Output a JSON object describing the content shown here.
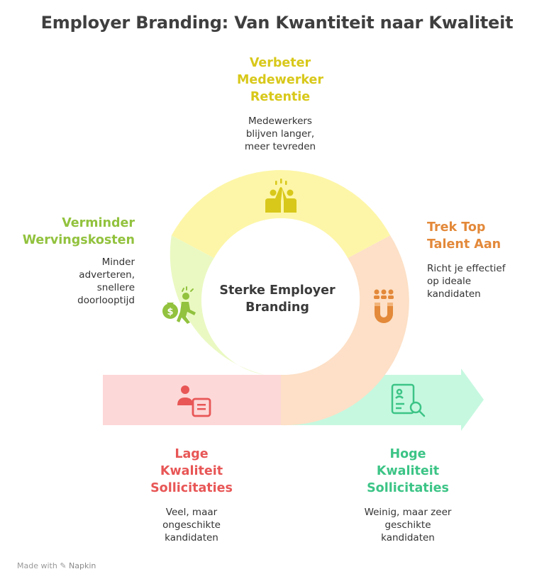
{
  "title": "Employer Branding: Van Kwantiteit naar Kwaliteit",
  "center": {
    "line1": "Sterke Employer",
    "line2": "Branding"
  },
  "segments": {
    "retention": {
      "l1": "Verbeter",
      "l2": "Medewerker",
      "l3": "Retentie",
      "d1": "Medewerkers",
      "d2": "blijven langer,",
      "d3": "meer tevreden",
      "color": "#d8c81a",
      "fill": "#fdf6a8",
      "icon": "high-five-icon"
    },
    "talent": {
      "l1": "Trek Top",
      "l2": "Talent Aan",
      "d1": "Richt je effectief",
      "d2": "op ideale",
      "d3": "kandidaten",
      "color": "#e3893a",
      "fill": "#fde0c7",
      "icon": "magnet-people-icon"
    },
    "costs": {
      "l1": "Verminder",
      "l2": "Wervingskosten",
      "d1": "Minder",
      "d2": "adverteren,",
      "d3": "snellere",
      "d4": "doorlooptijd",
      "color": "#92c23e",
      "fill": "#eaf9c2",
      "icon": "money-bag-runner-icon"
    },
    "low": {
      "l1": "Lage",
      "l2": "Kwaliteit",
      "l3": "Sollicitaties",
      "d1": "Veel, maar",
      "d2": "ongeschikte",
      "d3": "kandidaten",
      "color": "#e85656",
      "fill": "#fdd8d8",
      "icon": "applicant-document-icon"
    },
    "high": {
      "l1": "Hoge",
      "l2": "Kwaliteit",
      "l3": "Sollicitaties",
      "d1": "Weinig, maar zeer",
      "d2": "geschikte",
      "d3": "kandidaten",
      "color": "#3cc486",
      "fill": "#c6f8e0",
      "icon": "resume-search-icon"
    }
  },
  "footer": {
    "made_with": "Made with",
    "brand": "Napkin"
  }
}
